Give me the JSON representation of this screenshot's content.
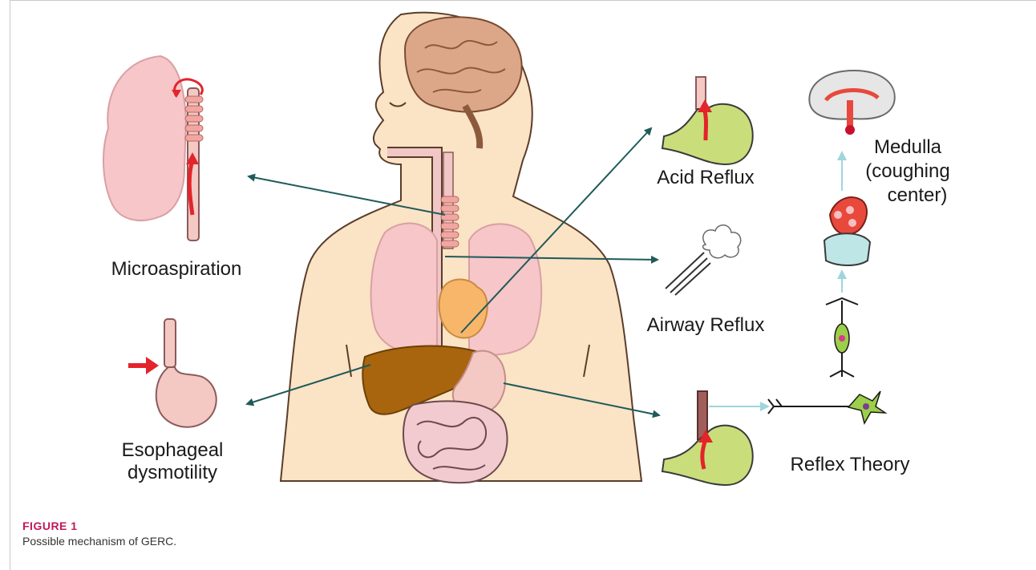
{
  "labels": {
    "microaspiration": "Microaspiration",
    "esophageal_line1": "Esophageal",
    "esophageal_line2": "dysmotility",
    "acid_reflux": "Acid Reflux",
    "airway_reflux": "Airway Reflux",
    "reflex_theory": "Reflex Theory",
    "medulla_line1": "Medulla",
    "medulla_line2": "(coughing",
    "medulla_line3": "center)"
  },
  "figure": {
    "label": "FIGURE 1",
    "caption": "Possible mechanism of GERC."
  },
  "colors": {
    "arrow": "#1f5a5a",
    "neural_arrow": "#9fd6dc",
    "skin": "#fbe3c5",
    "lung": "#f6c6c8",
    "stomach_green": "#c9de7a",
    "liver": "#a8650d",
    "heart": "#f7b66a",
    "red_arrow": "#e3242b"
  }
}
